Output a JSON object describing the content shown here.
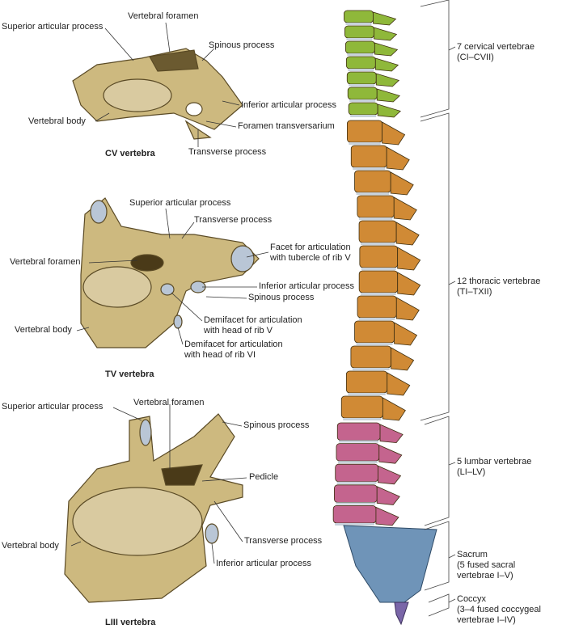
{
  "cv": {
    "caption": "CV vertebra",
    "labels": {
      "superior_articular": "Superior articular process",
      "vertebral_foramen": "Vertebral foramen",
      "spinous": "Spinous process",
      "inferior_articular": "Inferior articular process",
      "vertebral_body": "Vertebral body",
      "foramen_transversarium": "Foramen transversarium",
      "transverse": "Transverse process"
    }
  },
  "tv": {
    "caption": "TV vertebra",
    "labels": {
      "superior_articular": "Superior articular process",
      "transverse": "Transverse process",
      "facet_1": "Facet for articulation",
      "facet_2": "with tubercle of rib V",
      "vertebral_foramen": "Vertebral foramen",
      "inferior_articular": "Inferior articular process",
      "spinous": "Spinous process",
      "demifacet_v_1": "Demifacet for articulation",
      "demifacet_v_2": "with head of rib V",
      "vertebral_body": "Vertebral body",
      "demifacet_vi_1": "Demifacet for articulation",
      "demifacet_vi_2": "with head of rib VI"
    }
  },
  "lv": {
    "caption": "LIII vertebra",
    "labels": {
      "superior_articular": "Superior articular process",
      "vertebral_foramen": "Vertebral foramen",
      "spinous": "Spinous process",
      "pedicle": "Pedicle",
      "vertebral_body": "Vertebral body",
      "transverse": "Transverse process",
      "inferior_articular": "Inferior articular process"
    }
  },
  "spine": {
    "regions": [
      {
        "line1": "7 cervical vertebrae",
        "line2": "(CI–CVII)",
        "line3": "",
        "count": 7,
        "color": "#8fb83a"
      },
      {
        "line1": "12 thoracic vertebrae",
        "line2": "(TI–TXII)",
        "line3": "",
        "count": 12,
        "color": "#d08a35"
      },
      {
        "line1": "5 lumbar vertebrae",
        "line2": "(LI–LV)",
        "line3": "",
        "count": 5,
        "color": "#c4648e"
      },
      {
        "line1": "Sacrum",
        "line2": "(5 fused sacral",
        "line3": "vertebrae I–V)",
        "count": 1,
        "color": "#6f94b8"
      },
      {
        "line1": "Coccyx",
        "line2": "(3–4 fused coccygeal",
        "line3": "vertebrae I–IV)",
        "count": 1,
        "color": "#7a66a8"
      }
    ]
  }
}
